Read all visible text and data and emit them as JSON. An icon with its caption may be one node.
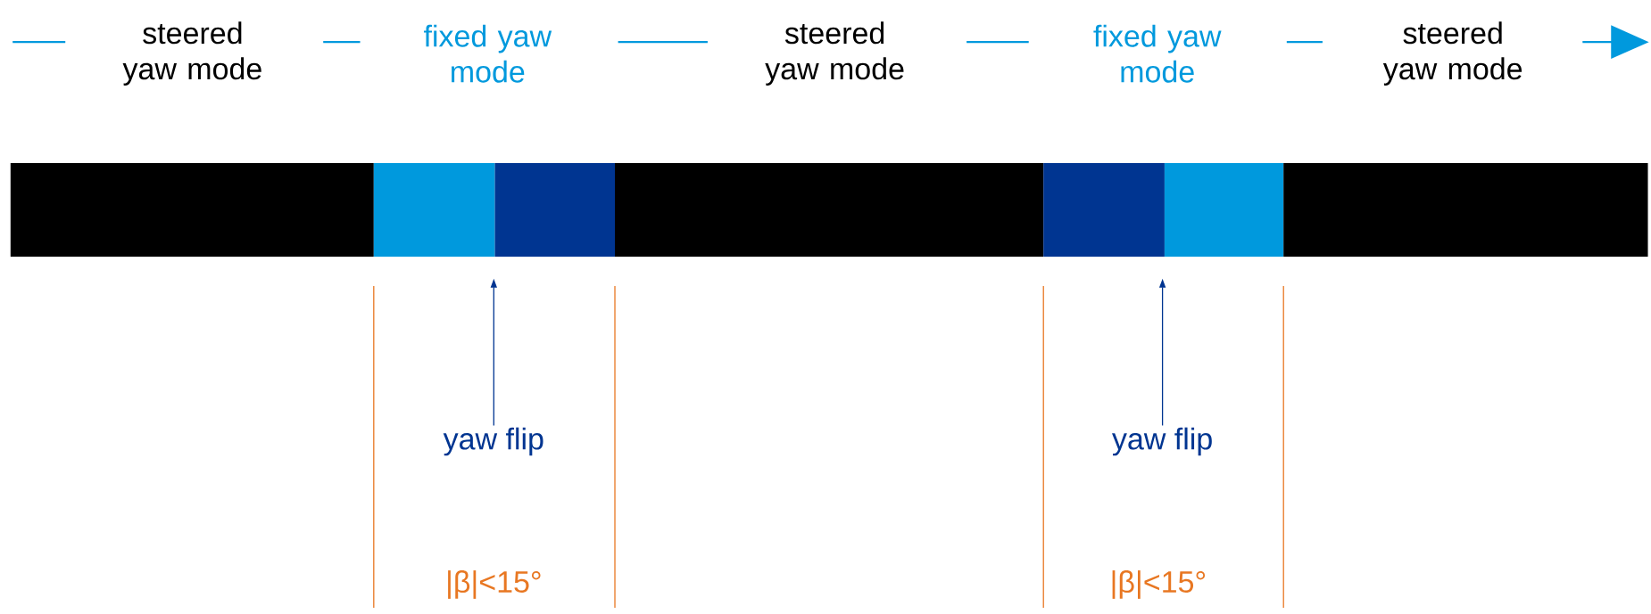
{
  "diagram": {
    "nodes": [
      {
        "text": [
          "yaw flip"
        ]
      },
      {
        "text": [
          "yaw flip"
        ]
      }
    ],
    "edges": [
      {
        "from": 0,
        "to": null,
        "arrow": "to",
        "color": "#003591"
      },
      {
        "from": 1,
        "to": null,
        "arrow": "to",
        "color": "#003591"
      }
    ],
    "labels": [
      "steered yaw mode",
      "fixed yaw mode",
      "steered yaw mode",
      "fixed yaw mode",
      "steered yaw mode",
      "|β|<15°",
      "|β|<15°"
    ]
  }
}
